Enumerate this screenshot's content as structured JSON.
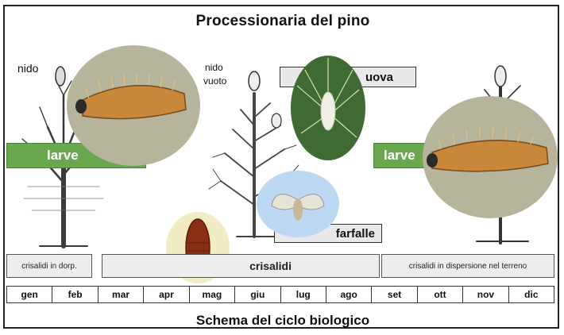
{
  "title": "Processionaria del pino",
  "caption": "Schema del ciclo biologico",
  "labels": {
    "nido": "nido",
    "nido_vuoto_1": "nido",
    "nido_vuoto_2": "vuoto",
    "uova": "uova",
    "larve_left": "larve",
    "larve_right": "larve",
    "farfalle": "farfalle",
    "crisalidi": "crisalidi",
    "crisalidi_left": "crisalidi in dorp.",
    "crisalidi_right": "crisalidi in dispersione nel terreno"
  },
  "months": [
    "gen",
    "feb",
    "mar",
    "apr",
    "mag",
    "giu",
    "lug",
    "ago",
    "set",
    "ott",
    "nov",
    "dic"
  ],
  "colors": {
    "green": "#6aa84f",
    "caterpillar": "#c8873a",
    "pupa": "#8a2f14",
    "moth_bg": "#bcd8f2"
  }
}
